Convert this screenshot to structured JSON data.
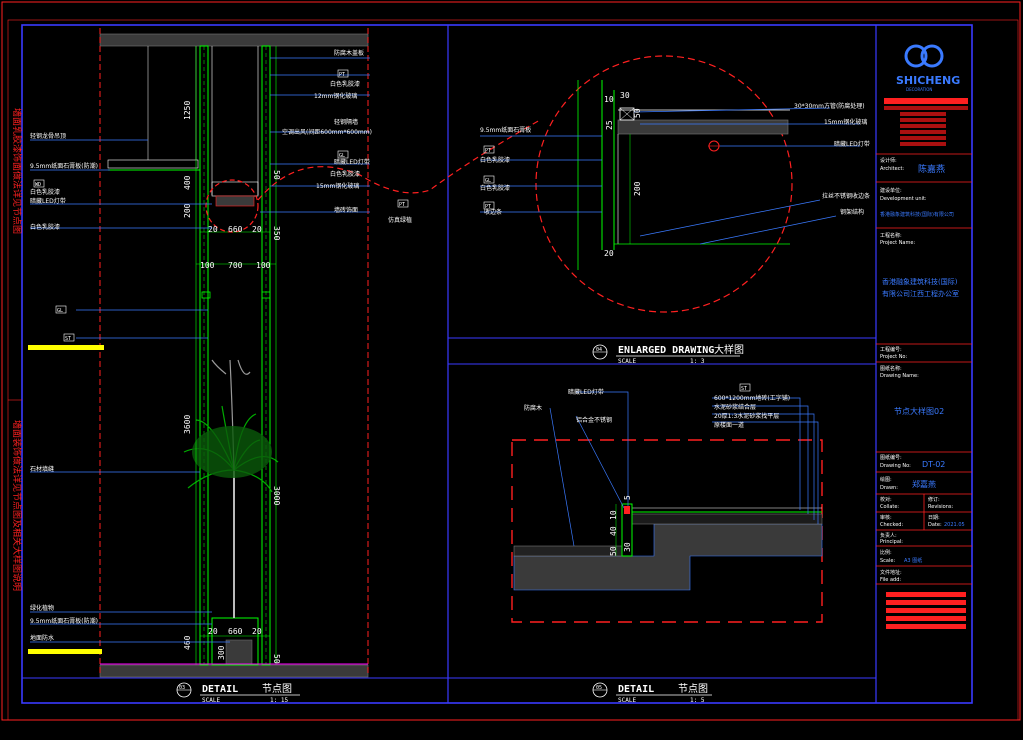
{
  "colors": {
    "frame": "#3a3aff",
    "white": "#ffffff",
    "green": "#00ff00",
    "red": "#ff2020",
    "yellow": "#ffff00",
    "cyan": "#00c8ff",
    "magenta": "#ff00ff",
    "gray": "#777777",
    "dark": "#3a3a3a"
  },
  "title_block": {
    "brand": "SHICHENG",
    "brand_sub": "DECORATION",
    "designer_label": "设计师:",
    "designer_label_en": "Architect:",
    "designer_value": "陈嘉燕",
    "developer_label": "建设单位:",
    "developer_label_en": "Development unit:",
    "developer_value": "香港融象建筑科技(国际)有限公司",
    "project_label": "工程名称:",
    "project_label_en": "Project Name:",
    "project_value_1": "香港融象建筑科技(国际)",
    "project_value_2": "有限公司江西工程办公室",
    "project_no_label": "工程编号:",
    "project_no_label_en": "Project No:",
    "drawing_name_label": "图纸名称:",
    "drawing_name_label_en": "Drawing Name:",
    "drawing_name_value": "节点大样图02",
    "drawing_no_label": "图纸编号:",
    "drawing_no_label_en": "Drawing No:",
    "drawing_no_value": "DT-02",
    "drawn_label": "绘图:",
    "drawn_label_en": "Drawn:",
    "drawn_value": "郑嘉燕",
    "collate_label": "校对:",
    "collate_label_en": "Collate:",
    "revision_label": "修订:",
    "revision_label_en": "Revisions:",
    "checked_label": "审核:",
    "checked_label_en": "Checked:",
    "date_label": "日期:",
    "date_label_en": "Date:",
    "date_value": "2021.05",
    "principal_label": "负责人:",
    "principal_label_en": "Principal:",
    "scale_label": "比例:",
    "scale_label_en": "Scale:",
    "scale_value": "A3 图纸",
    "file_label": "文件地址:",
    "file_label_en": "File add:"
  },
  "panels": {
    "detail_left": {
      "tag": "03",
      "title_en": "DETAIL",
      "title_cn": "节点图",
      "scale_label": "SCALE",
      "scale_value": "1: 15"
    },
    "enlarged": {
      "tag": "04",
      "title_en": "ENLARGED DRAWING",
      "title_cn": "大样图",
      "scale_label": "SCALE",
      "scale_value": "1: 3"
    },
    "detail_right": {
      "tag": "05",
      "title_en": "DETAIL",
      "title_cn": "节点图",
      "scale_label": "SCALE",
      "scale_value": "1: 5"
    }
  },
  "dims_left": {
    "d1250": "1250",
    "d400": "400",
    "d200": "200",
    "d20a": "20",
    "d660a": "660",
    "d20b": "20",
    "d100a": "100",
    "d700": "700",
    "d100b": "100",
    "d3600": "3600",
    "d3000": "3000",
    "d20c": "20",
    "d660b": "660",
    "d20d": "20",
    "d300": "300",
    "d460": "460",
    "r50a": "50",
    "r350": "350",
    "r50b": "50"
  },
  "labels_left": {
    "wood_cover": "防腐木盖板",
    "lift_scaffold": "轻钢龙骨吊顶",
    "gypsum_board": "9.5mm纸面石膏板(防潮)",
    "gypsum_board_2": "9.5mm纸面石膏板(防潮)",
    "latex_paint": "白色乳胶漆",
    "latex_paint_2": "白色乳胶漆",
    "latex_paint_3": "白色乳胶漆",
    "latex_paint_4": "白色乳胶漆",
    "led_strip": "暗藏LED灯带",
    "led_strip_2": "暗藏LED灯带",
    "glass_12mm": "12mm钢化玻璃",
    "glass_15mm": "15mm钢化玻璃",
    "louver_vent": "空调出风(间距600mm*600mm)",
    "partition": "轻钢隔墙",
    "tile_finish": "墙砖饰面",
    "plant_pot": "绿化植物",
    "ground_water": "地面防水",
    "stone_grout": "石材填缝",
    "water_plant": "仿真绿植",
    "tag_a": "PT",
    "tag_b": "GL",
    "tag_c": "WD",
    "tag_d": "PT",
    "tag_e": "GL",
    "tag_f": "ST"
  },
  "left_vertical": {
    "note_1": "墙面乳胶漆饰面做法详见节点图",
    "note_2": "墙面装饰做法详见节点图及相关大样图说明"
  },
  "labels_enlarged": {
    "square_tube": "30*30mm方管(防腐处理)",
    "glass_15": "15mm钢化玻璃",
    "led": "暗藏LED灯带",
    "gypsum": "9.5mm纸面石膏板",
    "latex": "白色乳胶漆",
    "latex_2": "白色乳胶漆",
    "stainless": "拉丝不锈钢收边条",
    "edge": "收边条",
    "steel": "钢架结构",
    "tag_pt": "PT",
    "tag_gl": "GL",
    "tag_pt2": "PT",
    "dim_10": "10",
    "dim_30": "30",
    "dim_50": "50",
    "dim_25": "25",
    "dim_200": "200",
    "dim_20": "20"
  },
  "labels_right": {
    "stone_edge": "防腐木",
    "led_strip": "暗藏LED灯带",
    "aluminum": "铝合金不锈钢",
    "tile": "600*1200mm地砖(工字铺)",
    "cement_layer": "水泥砂浆结合层",
    "leveling": "20厚1:3水泥砂浆找平层",
    "original": "原楼面一道",
    "tag": "ST",
    "dim_5": "5",
    "dim_10": "10",
    "dim_40": "40",
    "dim_50": "50",
    "dim_30": "30"
  }
}
